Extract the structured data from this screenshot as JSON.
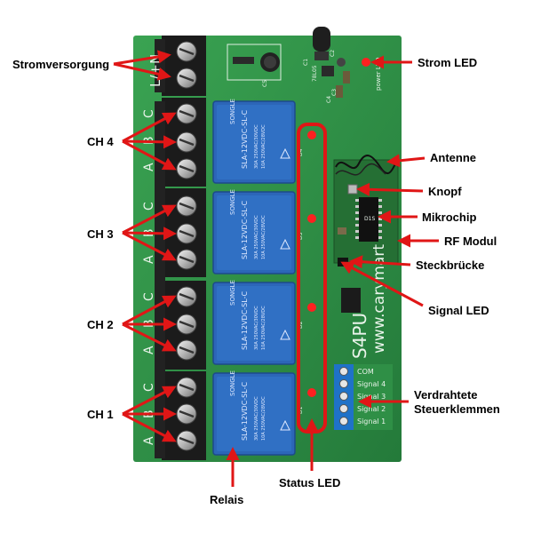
{
  "labels": {
    "stromversorgung": "Stromversorgung",
    "ch4": "CH 4",
    "ch3": "CH 3",
    "ch2": "CH 2",
    "ch1": "CH 1",
    "relais": "Relais",
    "status_led": "Status LED",
    "strom_led": "Strom LED",
    "antenne": "Antenne",
    "knopf": "Knopf",
    "mikrochip": "Mikrochip",
    "rf_modul": "RF Modul",
    "steckbruecke": "Steckbrücke",
    "signal_led": "Signal LED",
    "verdrahtete_line1": "Verdrahtete",
    "verdrahtete_line2": "Steuerklemmen"
  },
  "board": {
    "model": "S4PU",
    "website": "www.carymart",
    "terminal_letters_power": [
      "N",
      "L"
    ],
    "terminal_letters_channel": [
      "C",
      "B",
      "A"
    ],
    "power_terminal_text": "L/+N",
    "relay_brand": "SONGLE",
    "relay_model": "SLA-12VDC-SL-C",
    "relay_ratings": [
      "30A 250VAC/30VDC",
      "10A 250VAC/28VDC"
    ],
    "power_led_text": "power LED",
    "signal_terminal_labels": [
      "COM",
      "Signal 4",
      "Signal 3",
      "Signal 2",
      "Signal 1"
    ],
    "chip_labels": [
      "C1",
      "78L05",
      "C2",
      "C3",
      "C5",
      "C4"
    ],
    "ic_text": "D1S",
    "led_labels": [
      "D4",
      "D3",
      "D2",
      "D1"
    ]
  },
  "colors": {
    "pcb": "#2f8f46",
    "relay": "#2c66b8",
    "terminal": "#1b1b1b",
    "screw": "#c9c9c9",
    "arrow": "#e01616",
    "signal_block": "#1f72c8",
    "led": "#ff2020"
  }
}
